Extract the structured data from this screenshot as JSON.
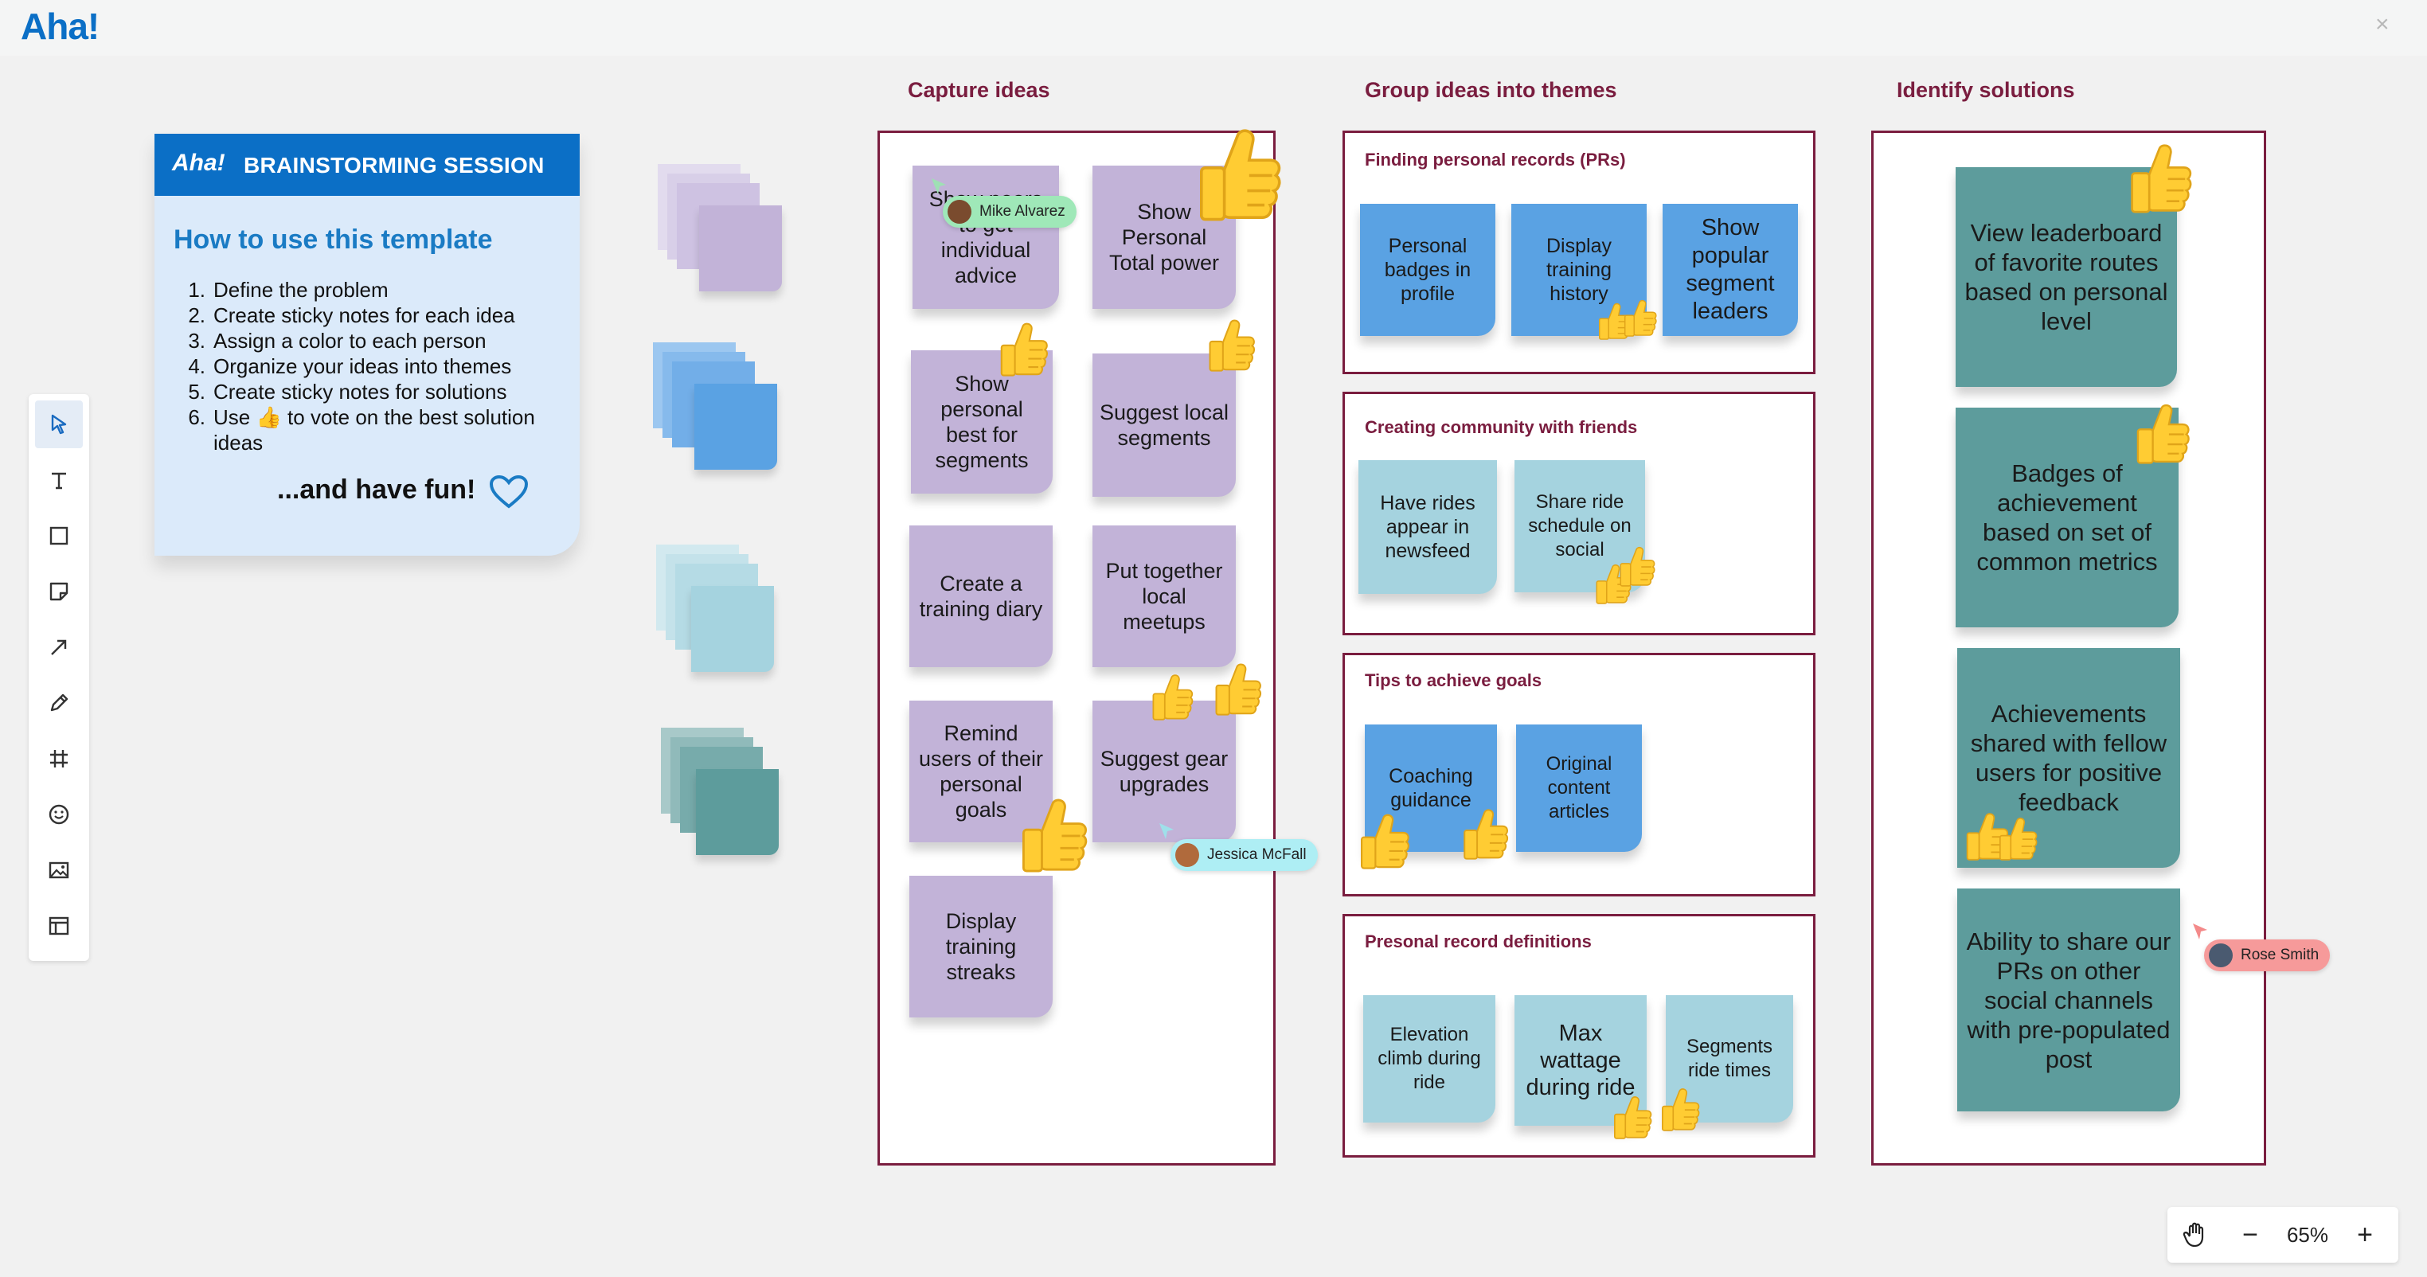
{
  "app": {
    "logo": "Aha!",
    "close": "×"
  },
  "template_card": {
    "logo": "Aha!",
    "header": "BRAINSTORMING SESSION",
    "title": "How to use this template",
    "steps": [
      {
        "num": "1.",
        "text": "Define the problem"
      },
      {
        "num": "2.",
        "text": "Create sticky notes for each idea"
      },
      {
        "num": "3.",
        "text": "Assign a color to each person"
      },
      {
        "num": "4.",
        "text": "Organize your ideas into themes"
      },
      {
        "num": "5.",
        "text": "Create sticky notes for solutions"
      },
      {
        "num": "6.",
        "text": "Use 👍 to vote on the best solution ideas"
      }
    ],
    "footer": "...and have fun!"
  },
  "toolbar": {
    "tools": [
      "select-tool",
      "text-tool",
      "shape-tool",
      "sticky-note-tool",
      "arrow-tool",
      "pen-tool",
      "frame-tool",
      "emoji-tool",
      "image-tool",
      "template-tool"
    ]
  },
  "capture": {
    "title": "Capture ideas",
    "notes": [
      "Show peers to get individual advice",
      "Show Personal Total power",
      "Show personal best for segments",
      "Suggest local segments",
      "Create a training diary",
      "Put together local meetups",
      "Remind users of their personal goals",
      "Suggest gear upgrades",
      "Display training streaks"
    ]
  },
  "group": {
    "title": "Group ideas into themes",
    "groups": [
      {
        "title": "Finding personal records (PRs)",
        "notes": [
          "Personal badges in profile",
          "Display training history",
          "Show popular segment leaders"
        ]
      },
      {
        "title": "Creating community with friends",
        "notes": [
          "Have rides appear in newsfeed",
          "Share ride schedule on social"
        ]
      },
      {
        "title": "Tips to achieve goals",
        "notes": [
          "Coaching guidance",
          "Original content articles"
        ]
      },
      {
        "title": "Presonal record definitions",
        "notes": [
          "Elevation climb during ride",
          "Max wattage during ride",
          "Segments ride times"
        ]
      }
    ]
  },
  "solutions": {
    "title": "Identify solutions",
    "notes": [
      "View leaderboard of favorite routes based on personal level",
      "Badges of achievement based on set of common metrics",
      "Achievements shared with fellow users for positive feedback",
      "Ability to share our PRs on other social channels with pre-populated post"
    ]
  },
  "cursors": {
    "mike": "Mike Alvarez",
    "jessica": "Jessica McFall",
    "rose": "Rose Smith"
  },
  "zoom": {
    "level": "65%",
    "minus": "−",
    "plus": "+"
  },
  "colors": {
    "brand": "#0b6fc6",
    "section": "#7a1d3f",
    "purple": "#c2b3d8",
    "blue": "#5aa2e3",
    "light_blue": "#a5d3df",
    "teal": "#5d9c9c"
  }
}
